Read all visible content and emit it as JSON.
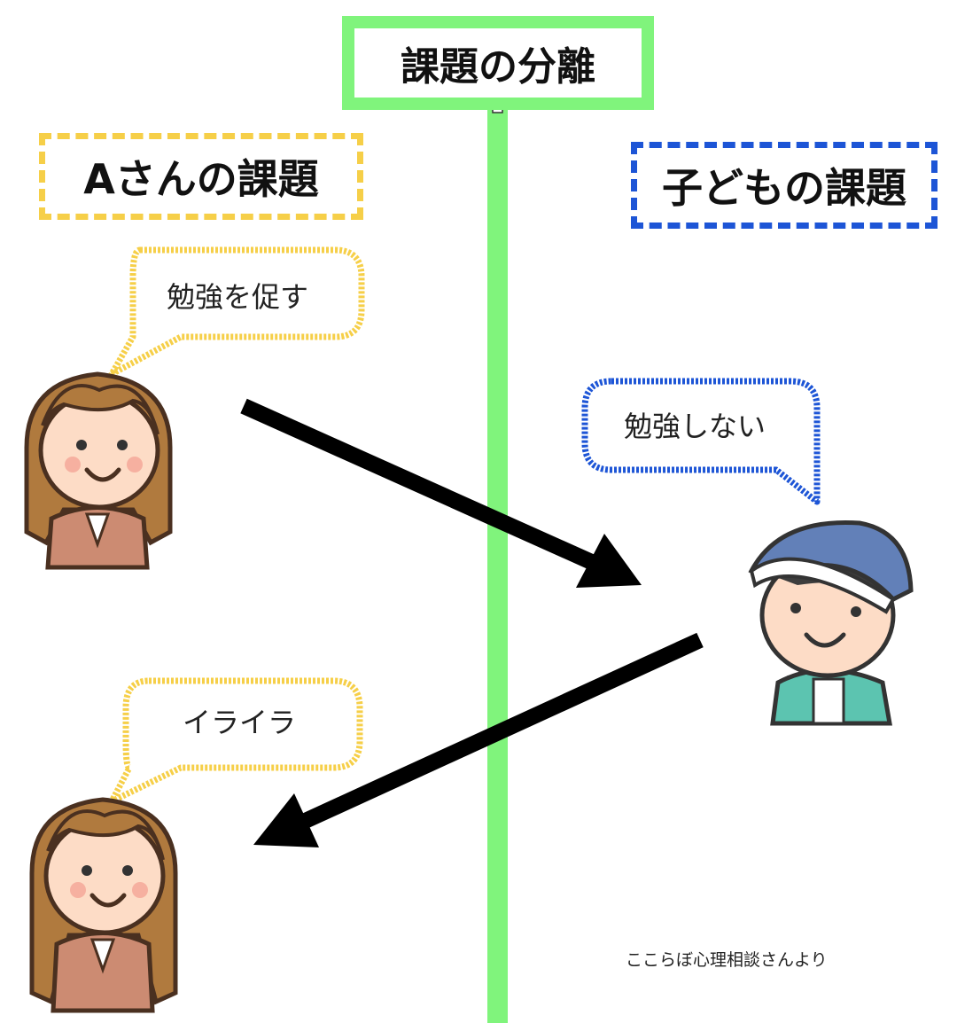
{
  "title": "課題の分離",
  "left_heading": "Aさんの課題",
  "right_heading": "子どもの課題",
  "bubbles": {
    "prompt_study": "勉強を促す",
    "no_study": "勉強しない",
    "irritated": "イライラ"
  },
  "credit": "ここらぼ心理相談さんより",
  "colors": {
    "divider_green": "#80f47c",
    "a_yellow": "#f6cf48",
    "child_blue": "#1d55d6",
    "arrow": "#000000"
  }
}
